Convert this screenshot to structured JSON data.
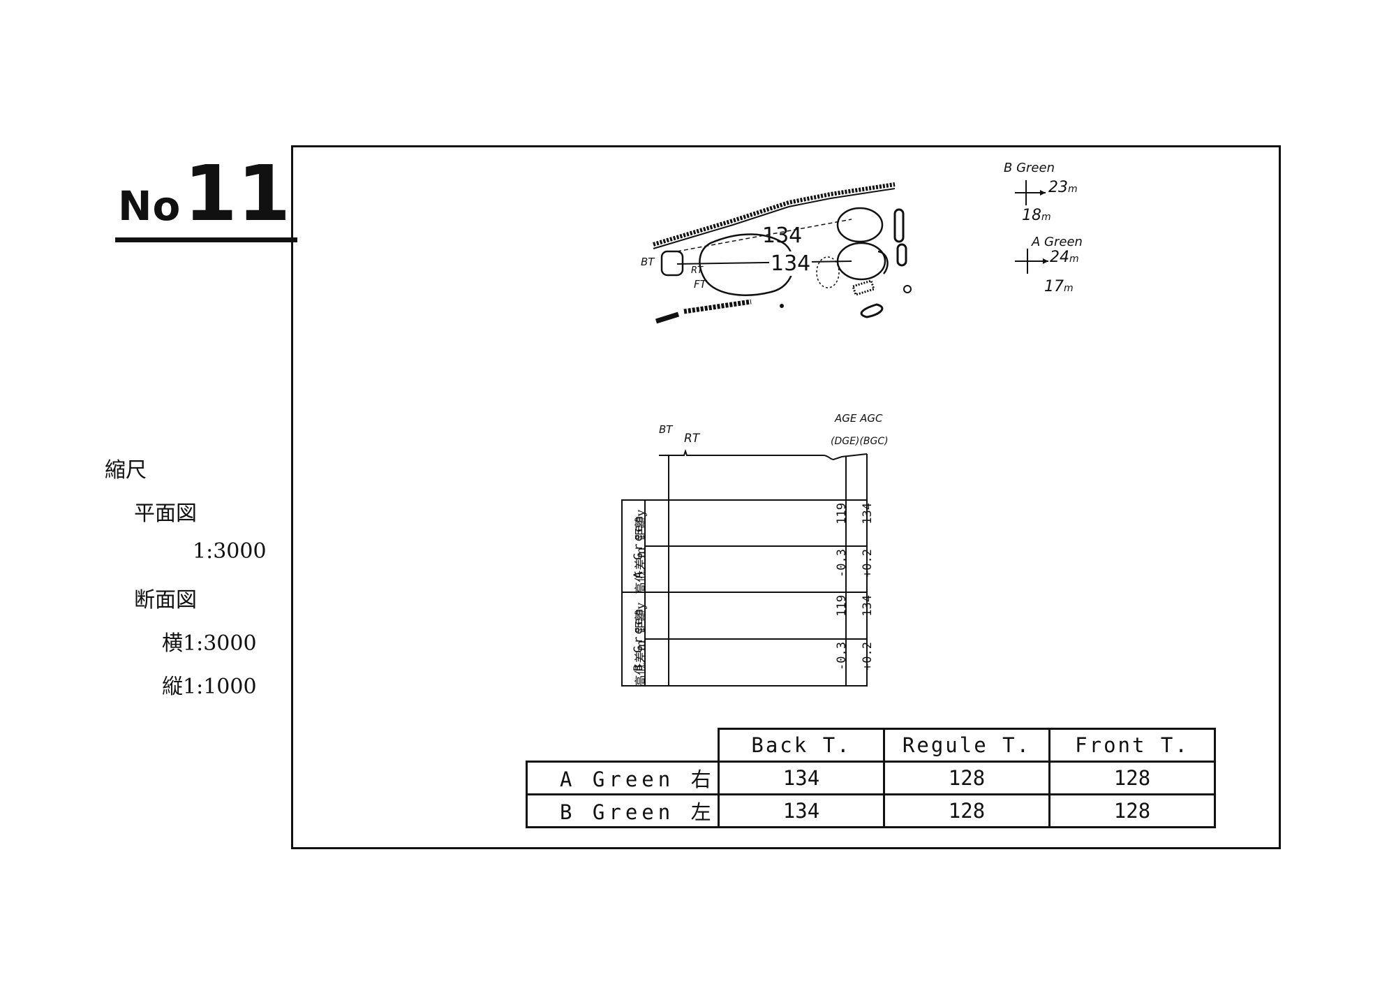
{
  "hole": {
    "prefix": "No",
    "number": "11"
  },
  "scale": {
    "title": "縮尺",
    "plan_label": "平面図",
    "plan_ratio": "1:3000",
    "section_label": "断面図",
    "section_h": "横1:3000",
    "section_v": "縦1:1000"
  },
  "plan": {
    "dist_upper": "134",
    "dist_lower": "134",
    "bt": "BT",
    "rt": "RT",
    "ft": "FT"
  },
  "green_dims": {
    "b_green": {
      "label": "B Green",
      "width": "23",
      "width_unit": "m",
      "depth": "18",
      "depth_unit": "m"
    },
    "a_green": {
      "label": "A Green",
      "width": "24",
      "width_unit": "m",
      "depth": "17",
      "depth_unit": "m"
    }
  },
  "profile": {
    "bt": "BT",
    "rt_ft": "RT",
    "age_agc": "AGE  AGC",
    "dge_bgc": "(DGE)(BGC)"
  },
  "section_table": {
    "groups": [
      {
        "label": "A Green",
        "rows": [
          {
            "label": "距離y",
            "front_edge": "119",
            "center": "134"
          },
          {
            "label": "高低差m",
            "front_edge": "-0.3",
            "center": "+0.2"
          }
        ]
      },
      {
        "label": "B Green",
        "rows": [
          {
            "label": "距離y",
            "front_edge": "119",
            "center": "134"
          },
          {
            "label": "高低差m",
            "front_edge": "-0.3",
            "center": "+0.2"
          }
        ]
      }
    ]
  },
  "yardage_table": {
    "headers": [
      "Back T.",
      "Regule T.",
      "Front T."
    ],
    "rows": [
      {
        "green": "A Green 右",
        "values": [
          "134",
          "128",
          "128"
        ]
      },
      {
        "green": "B Green 左",
        "values": [
          "134",
          "128",
          "128"
        ]
      }
    ]
  }
}
